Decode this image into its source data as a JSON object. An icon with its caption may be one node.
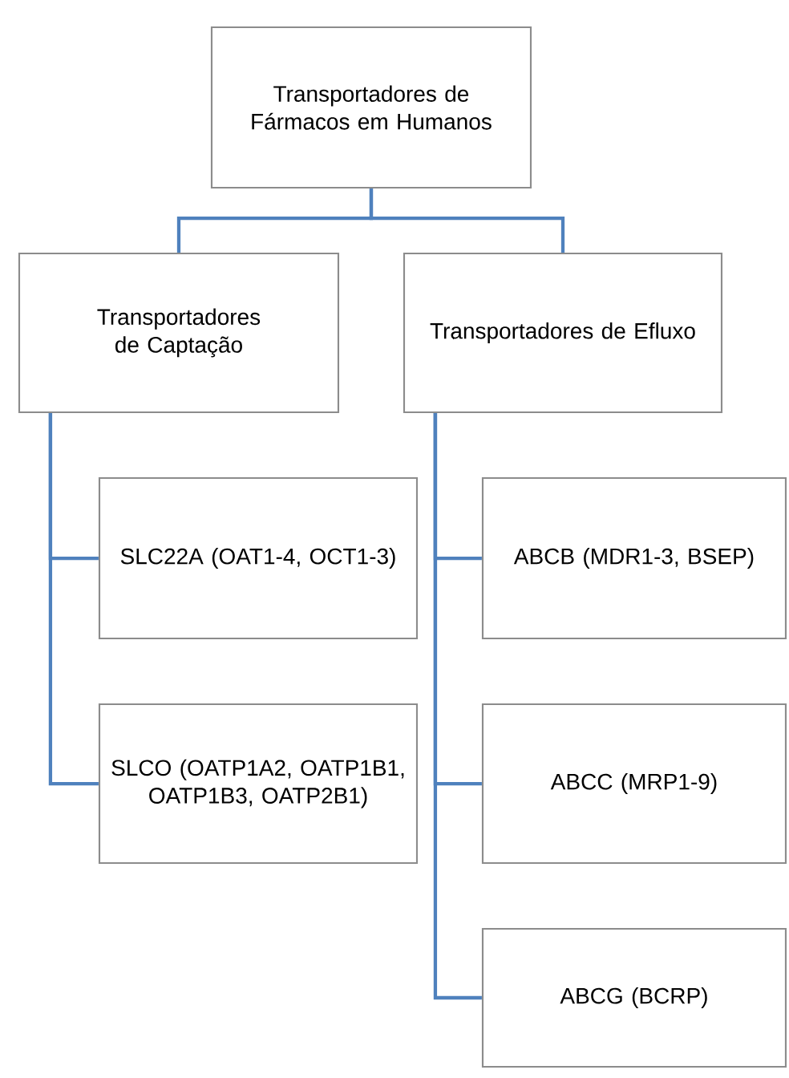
{
  "diagram": {
    "nodes": [
      {
        "text": [
          "Transportadores de Fármacos em Humanos"
        ]
      },
      {
        "text": [
          "Transportadores de Captação"
        ]
      },
      {
        "text": [
          "Transportadores de Efluxo"
        ]
      },
      {
        "text": [
          "SLC22A (OAT1-4, OCT1-3)"
        ]
      },
      {
        "text": [
          "SLCO (OATP1A2, OATP1B1, OATP1B3, OATP2B1)"
        ]
      },
      {
        "text": [
          "ABCB (MDR1-3, BSEP)"
        ]
      },
      {
        "text": [
          "ABCC (MRP1-9)"
        ]
      },
      {
        "text": [
          "ABCG (BCRP)"
        ]
      }
    ],
    "edges": [
      {
        "from": 0,
        "to": 1,
        "arrow": "none",
        "color": "#4f81bd"
      },
      {
        "from": 0,
        "to": 2,
        "arrow": "none",
        "color": "#4f81bd"
      },
      {
        "from": 1,
        "to": 3,
        "arrow": "none",
        "color": "#4f81bd"
      },
      {
        "from": 1,
        "to": 4,
        "arrow": "none",
        "color": "#4f81bd"
      },
      {
        "from": 2,
        "to": 5,
        "arrow": "none",
        "color": "#4f81bd"
      },
      {
        "from": 2,
        "to": 6,
        "arrow": "none",
        "color": "#4f81bd"
      },
      {
        "from": 2,
        "to": 7,
        "arrow": "none",
        "color": "#4f81bd"
      }
    ]
  }
}
